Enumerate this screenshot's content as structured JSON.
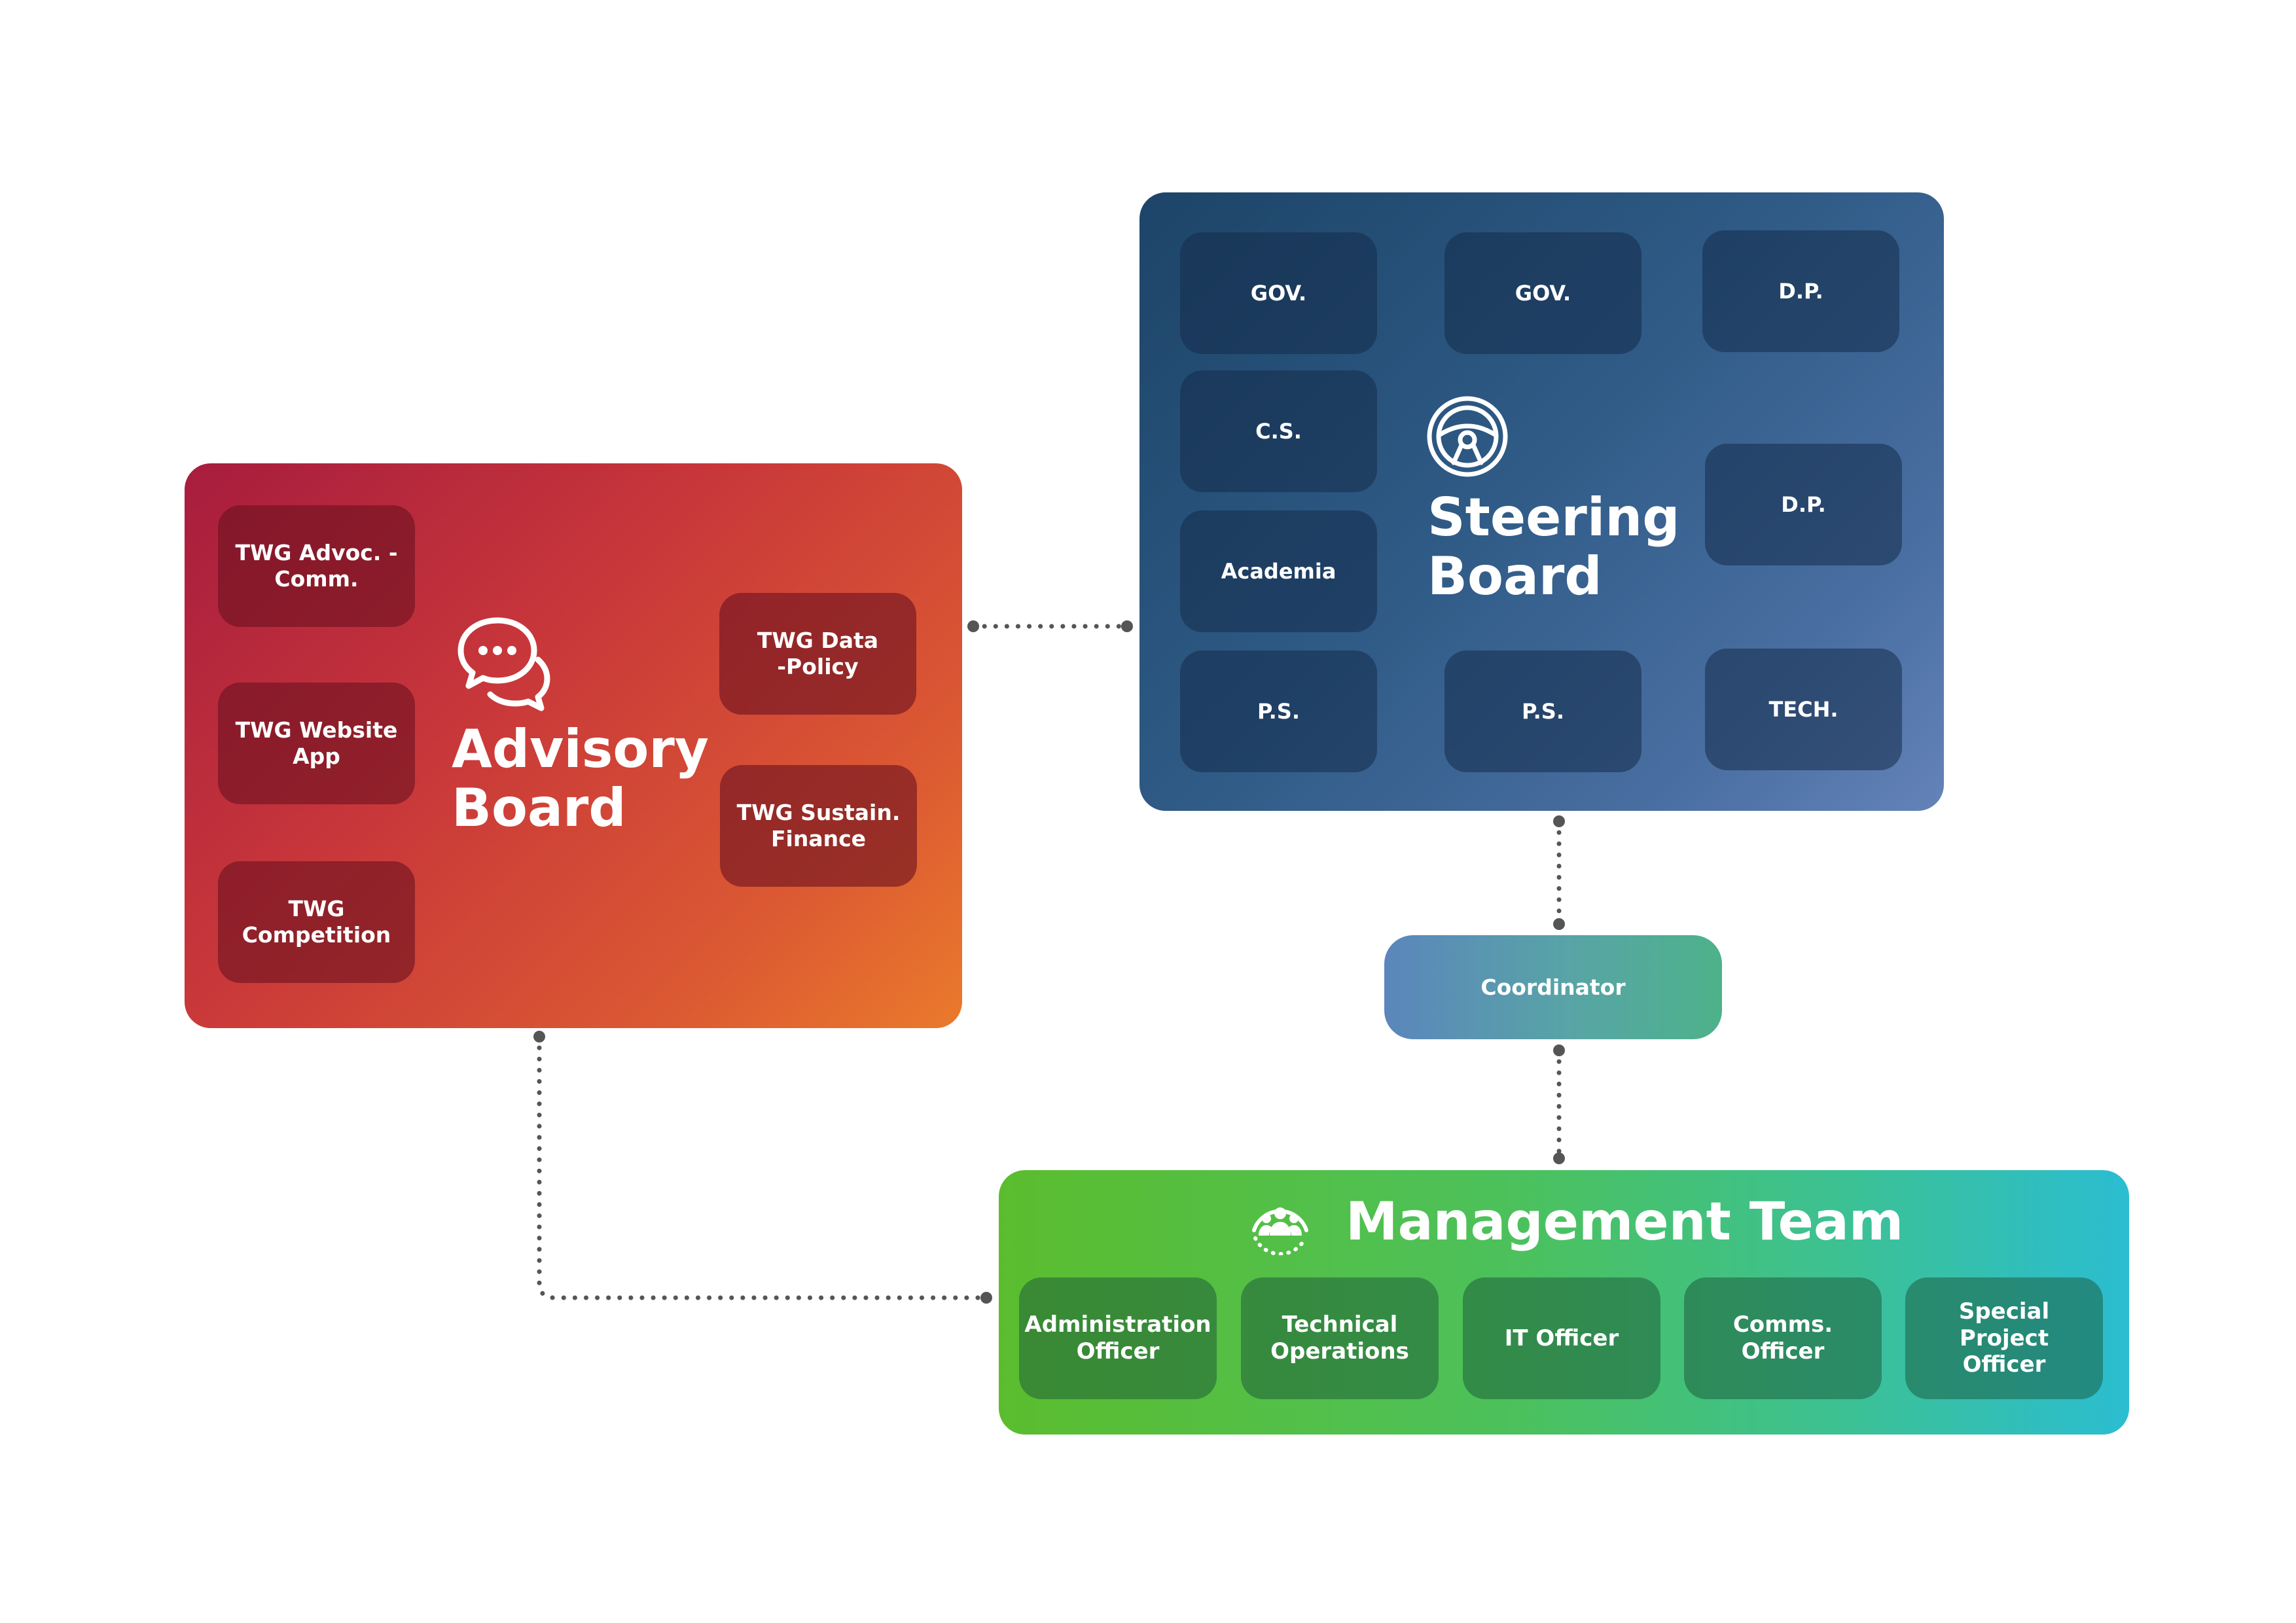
{
  "advisory_board": {
    "title": "Advisory\nBoard",
    "icon": "chat-bubbles-icon",
    "items": [
      "TWG Advoc. -\nComm.",
      "TWG Website\nApp",
      "TWG\nCompetition",
      "TWG Data\n-Policy",
      "TWG Sustain.\nFinance"
    ]
  },
  "steering_board": {
    "title": "Steering\nBoard",
    "icon": "steering-wheel-icon",
    "items": [
      "GOV.",
      "GOV.",
      "D.P.",
      "C.S.",
      "D.P.",
      "Academia",
      "P.S.",
      "P.S.",
      "TECH."
    ]
  },
  "coordinator": {
    "label": "Coordinator"
  },
  "management_team": {
    "title": "Management Team",
    "icon": "team-group-icon",
    "items": [
      "Administration\nOfficer",
      "Technical\nOperations",
      "IT Officer",
      "Comms.\nOfficer",
      "Special Project\nOfficer"
    ]
  },
  "colors": {
    "advisory_start": "#a81c3e",
    "advisory_end": "#ea7a2c",
    "steering_start": "#1d4468",
    "steering_end": "#6483b9",
    "management_start": "#5bbd2e",
    "management_end": "#2bbdd1",
    "connector": "#555555"
  }
}
